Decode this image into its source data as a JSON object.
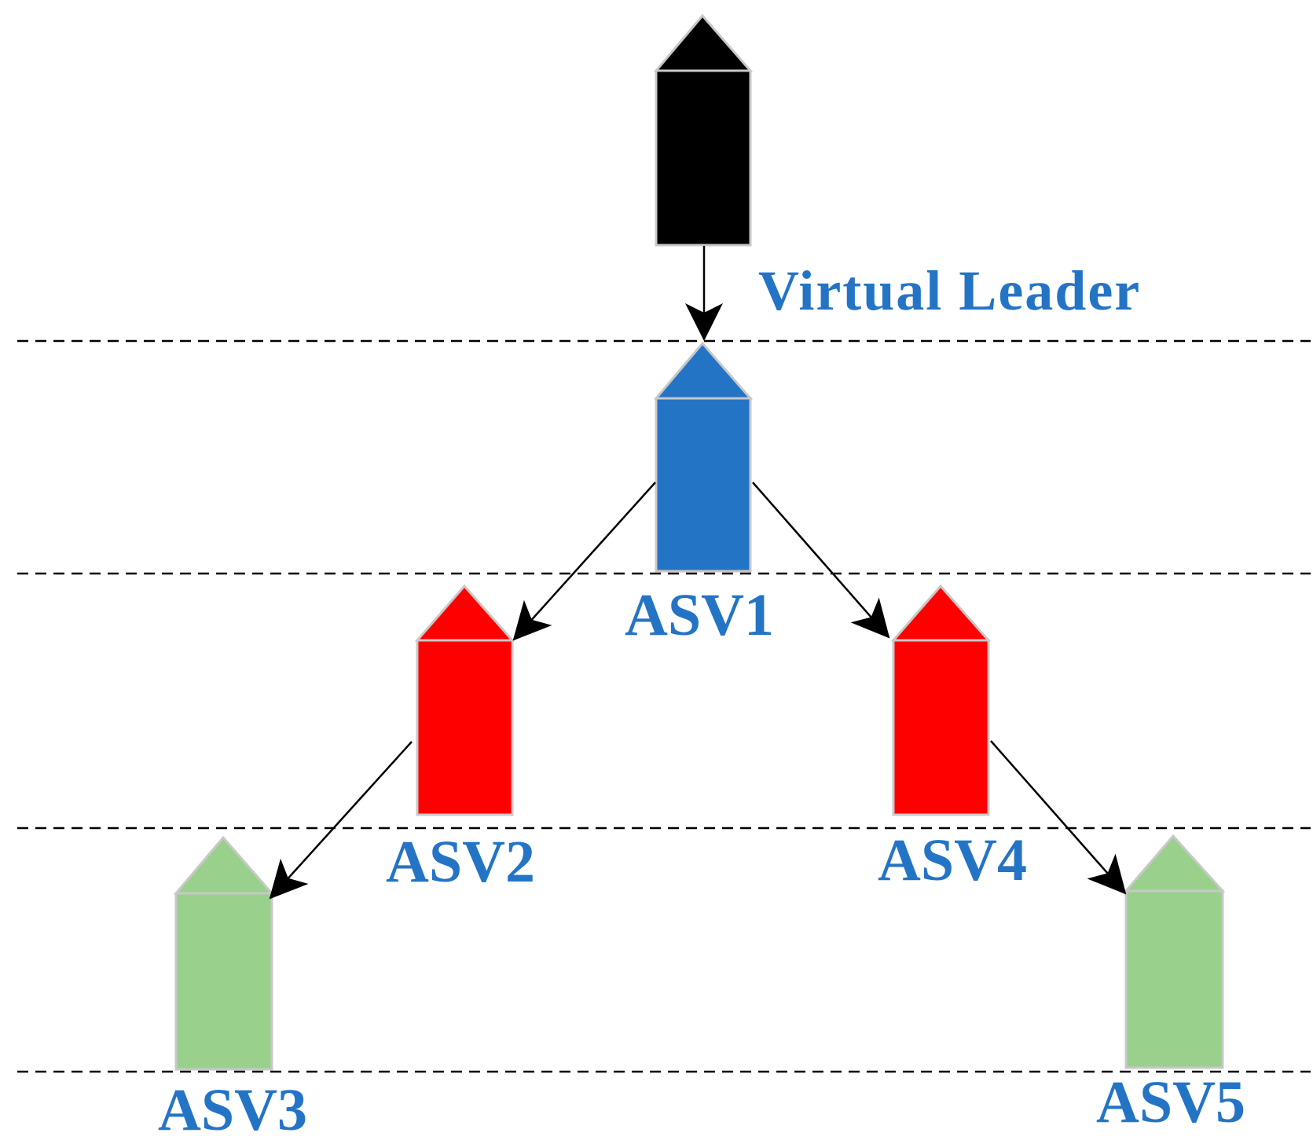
{
  "colors": {
    "leader": "#000000",
    "tier1": "#2474c6",
    "tier2": "#ff0000",
    "tier3": "#99d18c",
    "label_text": "#2474c6"
  },
  "nodes": {
    "virtual_leader": {
      "label": "Virtual Leader",
      "color_key": "leader"
    },
    "asv1": {
      "label": "ASV1",
      "color_key": "tier1"
    },
    "asv2": {
      "label": "ASV2",
      "color_key": "tier2"
    },
    "asv3": {
      "label": "ASV3",
      "color_key": "tier3"
    },
    "asv4": {
      "label": "ASV4",
      "color_key": "tier2"
    },
    "asv5": {
      "label": "ASV5",
      "color_key": "tier3"
    }
  },
  "edges": [
    {
      "from": "virtual_leader",
      "to": "asv1"
    },
    {
      "from": "asv1",
      "to": "asv2"
    },
    {
      "from": "asv1",
      "to": "asv4"
    },
    {
      "from": "asv2",
      "to": "asv3"
    },
    {
      "from": "asv4",
      "to": "asv5"
    }
  ]
}
